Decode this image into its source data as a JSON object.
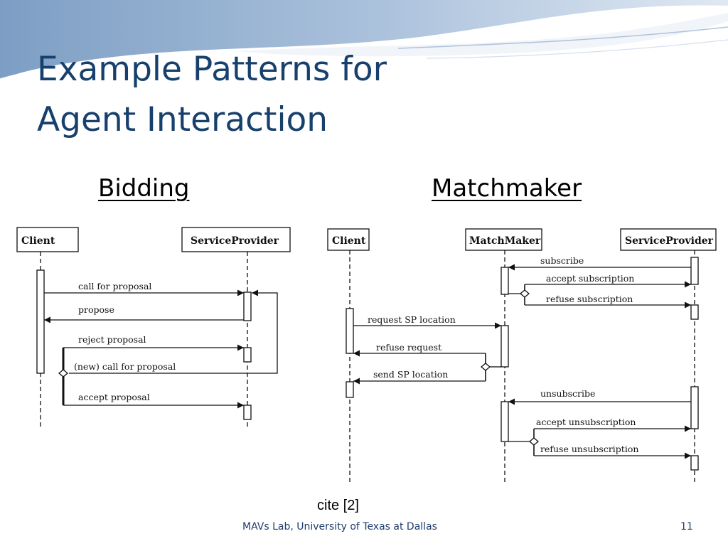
{
  "title": {
    "line1": "Example Patterns for",
    "line2": "Agent Interaction"
  },
  "bidding": {
    "heading": "Bidding",
    "lifelines": {
      "client": "Client",
      "service_provider": "ServiceProvider"
    },
    "messages": {
      "call_for_proposal": "call for proposal",
      "propose": "propose",
      "reject_proposal": "reject proposal",
      "new_call_for_proposal": "(new) call for proposal",
      "accept_proposal": "accept proposal"
    }
  },
  "matchmaker": {
    "heading": "Matchmaker",
    "lifelines": {
      "client": "Client",
      "matchmaker": "MatchMaker",
      "service_provider": "ServiceProvider"
    },
    "messages": {
      "subscribe": "subscribe",
      "accept_subscription": "accept subscription",
      "refuse_subscription": "refuse subscription",
      "request_sp_location": "request SP location",
      "refuse_request": "refuse request",
      "send_sp_location": "send SP location",
      "unsubscribe": "unsubscribe",
      "accept_unsubscription": "accept unsubscription",
      "refuse_unsubscription": "refuse unsubscription"
    }
  },
  "citation": "cite [2]",
  "footer": {
    "text": "MAVs Lab, University of Texas at Dallas",
    "page_number": "11"
  },
  "colors": {
    "title": "#17406d",
    "footer": "#1f3c6b",
    "header_wave_dark": "#7f9fc4",
    "header_wave_light": "#d6e2f0"
  }
}
